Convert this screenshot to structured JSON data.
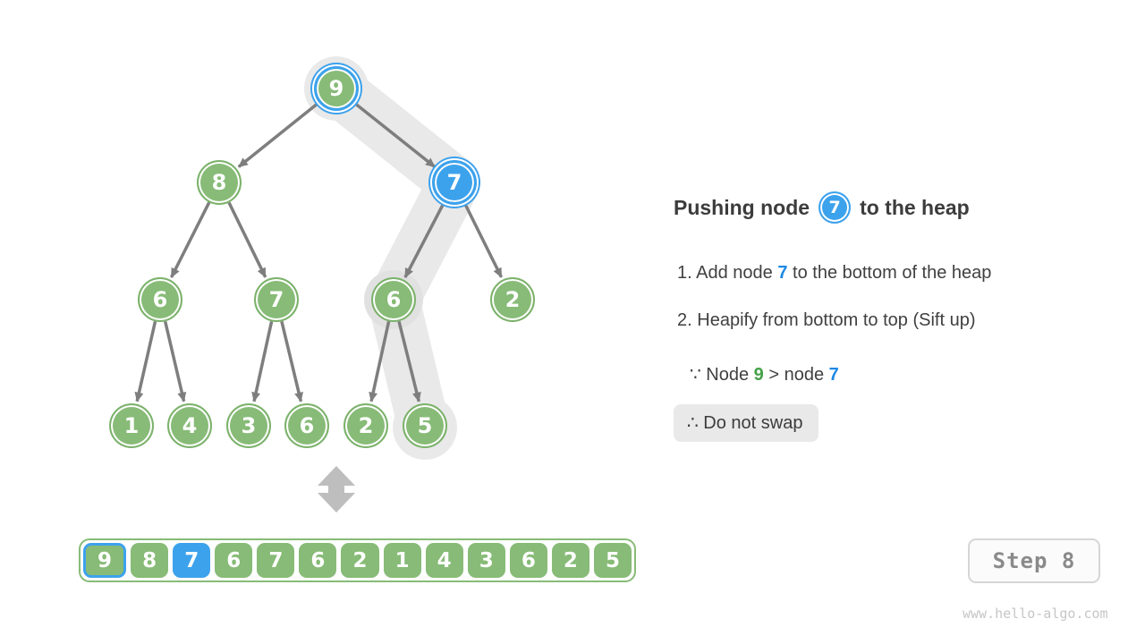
{
  "tree": {
    "nodes": [
      {
        "value": "9",
        "state": "green-selected"
      },
      {
        "value": "8",
        "state": "green"
      },
      {
        "value": "7",
        "state": "blue-selected"
      },
      {
        "value": "6",
        "state": "green"
      },
      {
        "value": "7",
        "state": "green"
      },
      {
        "value": "6",
        "state": "green"
      },
      {
        "value": "2",
        "state": "green"
      },
      {
        "value": "1",
        "state": "green"
      },
      {
        "value": "4",
        "state": "green"
      },
      {
        "value": "3",
        "state": "green"
      },
      {
        "value": "6",
        "state": "green"
      },
      {
        "value": "2",
        "state": "green"
      },
      {
        "value": "5",
        "state": "green"
      }
    ]
  },
  "array": {
    "cells": [
      {
        "value": "9",
        "state": "green-selected"
      },
      {
        "value": "8",
        "state": "green"
      },
      {
        "value": "7",
        "state": "blue"
      },
      {
        "value": "6",
        "state": "green"
      },
      {
        "value": "7",
        "state": "green"
      },
      {
        "value": "6",
        "state": "green"
      },
      {
        "value": "2",
        "state": "green"
      },
      {
        "value": "1",
        "state": "green"
      },
      {
        "value": "4",
        "state": "green"
      },
      {
        "value": "3",
        "state": "green"
      },
      {
        "value": "6",
        "state": "green"
      },
      {
        "value": "2",
        "state": "green"
      },
      {
        "value": "5",
        "state": "green"
      }
    ]
  },
  "panel": {
    "title": {
      "prefix": "Pushing node",
      "node_value": "7",
      "suffix": "to the heap"
    },
    "step1": {
      "number": "1.",
      "before": "Add node ",
      "value": "7",
      "after": " to the bottom of the heap"
    },
    "step2": {
      "number": "2.",
      "text": "Heapify from bottom to top (Sift up)"
    },
    "because": {
      "symbol": "∵",
      "before": " Node ",
      "green_value": "9",
      "middle": " > node ",
      "blue_value": "7"
    },
    "therefore": {
      "symbol": "∴",
      "text": " Do not swap"
    }
  },
  "step_badge": {
    "label": "Step 8"
  },
  "watermark": "www.hello-algo.com",
  "colors": {
    "node_green": "#87bb77",
    "node_blue": "#3da2ec",
    "highlight_path": "#e9e9e9",
    "edge_gray": "#7e7e7e",
    "text_dark": "#3c3c3c",
    "text_blue": "#1e88e5",
    "text_green": "#43a047"
  }
}
